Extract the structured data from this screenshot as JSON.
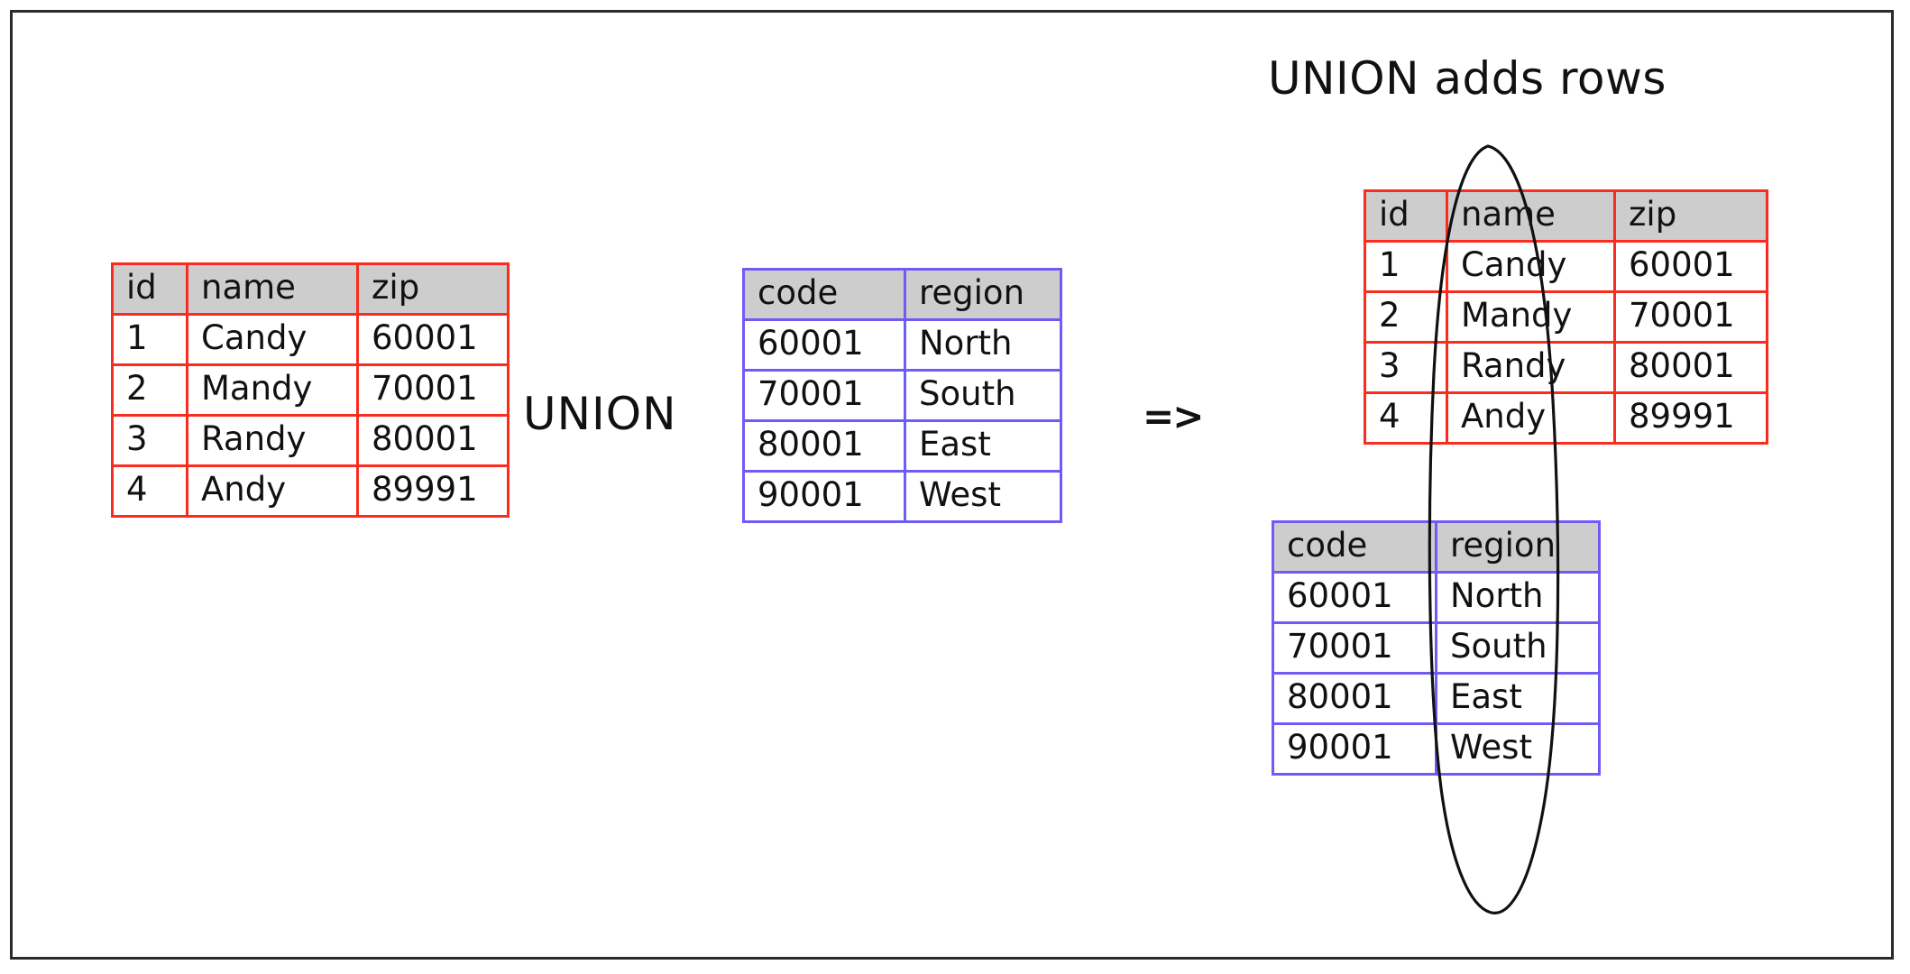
{
  "diagram": {
    "title": "UNION adds rows",
    "union_operator_label": "UNION",
    "arrow_label": "=>",
    "frame_border_color": "#2b2b2b",
    "background_color": "#ffffff"
  },
  "colors": {
    "table_red": "#fb2b20",
    "table_purple": "#6f5bf5",
    "header_fill": "#cdcdcd",
    "text": "#111111",
    "annotation_stroke": "#111111"
  },
  "tables": {
    "left_people": {
      "name": "people",
      "accent": "#fb2b20",
      "columns": [
        "id",
        "name",
        "zip"
      ],
      "rows": [
        [
          "1",
          "Candy",
          "60001"
        ],
        [
          "2",
          "Mandy",
          "70001"
        ],
        [
          "3",
          "Randy",
          "80001"
        ],
        [
          "4",
          "Andy",
          "89991"
        ]
      ]
    },
    "middle_regions": {
      "name": "regions",
      "accent": "#6f5bf5",
      "columns": [
        "code",
        "region"
      ],
      "rows": [
        [
          "60001",
          "North"
        ],
        [
          "70001",
          "South"
        ],
        [
          "80001",
          "East"
        ],
        [
          "90001",
          "West"
        ]
      ]
    },
    "result_top": {
      "name": "result-people-part",
      "accent": "#fb2b20",
      "columns": [
        "id",
        "name",
        "zip"
      ],
      "rows": [
        [
          "1",
          "Candy",
          "60001"
        ],
        [
          "2",
          "Mandy",
          "70001"
        ],
        [
          "3",
          "Randy",
          "80001"
        ],
        [
          "4",
          "Andy",
          "89991"
        ]
      ]
    },
    "result_bottom": {
      "name": "result-regions-part",
      "accent": "#6f5bf5",
      "columns": [
        "code",
        "region"
      ],
      "rows": [
        [
          "60001",
          "North"
        ],
        [
          "70001",
          "South"
        ],
        [
          "80001",
          "East"
        ],
        [
          "90001",
          "West"
        ]
      ]
    }
  },
  "annotations": {
    "ellipse": {
      "icon": "hand-drawn-ellipse-highlight",
      "description": "tall narrow ellipse circling the stacked result rows"
    }
  }
}
